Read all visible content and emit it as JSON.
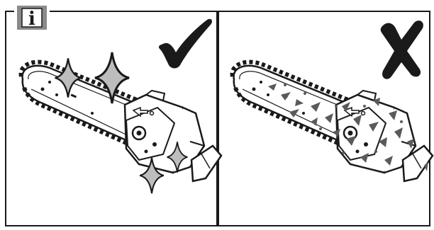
{
  "info_badge": {
    "letter": "i",
    "icon": "info-icon"
  },
  "panels": [
    {
      "id": "clean",
      "verdict_icon": "check-mark-icon",
      "subject": "clean-chainsaw-bar-and-chain",
      "decoration": "sparkle-icon"
    },
    {
      "id": "dirty",
      "verdict_icon": "cross-mark-icon",
      "subject": "dirty-chainsaw-bar-and-chain",
      "decoration": "debris-particles"
    }
  ],
  "colors": {
    "line": "#1a1a1a",
    "badge_fill": "#8a8a8a",
    "badge_inner": "#ffffff",
    "sparkle_fill": "#bdbdbd",
    "debris": "#5a5a5a"
  }
}
